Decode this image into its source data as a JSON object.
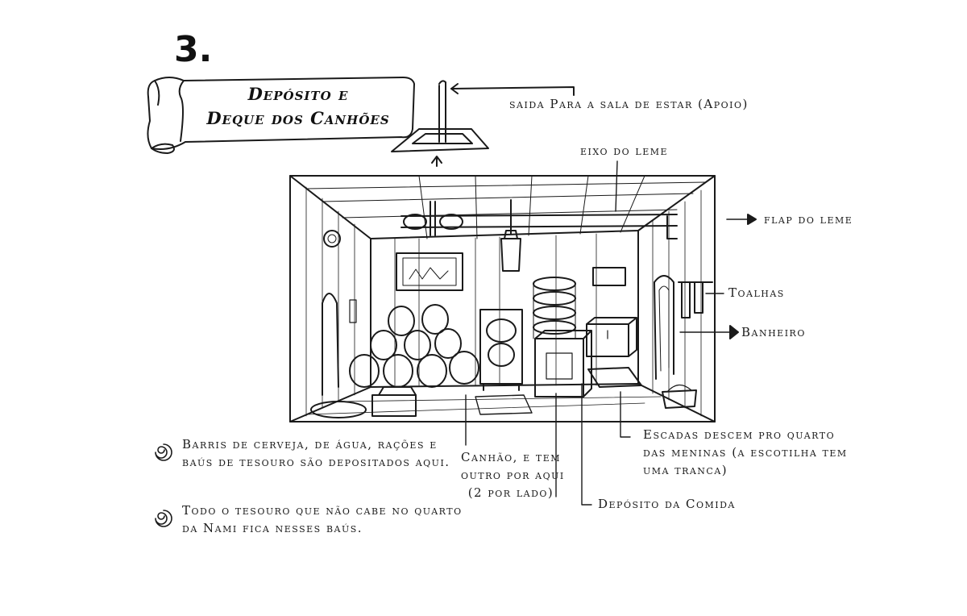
{
  "page": {
    "number": "3."
  },
  "banner": {
    "line1": "Depósito e",
    "line2": "Deque dos Canhões"
  },
  "labels": {
    "exit": "saida Para a sala de estar (Apoio)",
    "rudder_axis": "eixo do leme",
    "rudder_flap": "flap do leme",
    "towels": "Toalhas",
    "bathroom": "Banheiro",
    "stairs_1": "Escadas descem pro quarto",
    "stairs_2": "das meninas (a escotilha tem",
    "stairs_3": "uma tranca)",
    "cannon_1": "Canhão, e tem",
    "cannon_2": "outro por aqui",
    "cannon_3": "(2 por lado)",
    "food": "Depósito da Comida"
  },
  "notes": {
    "barrels_1": "Barris de cerveja, de água, rações e",
    "barrels_2": "baús de tesouro são depositados aqui.",
    "treasure_1": "Todo o tesouro que não cabe no quarto",
    "treasure_2": "da Nami fica nesses baús."
  },
  "colors": {
    "ink": "#1a1a1a",
    "paper": "#ffffff"
  }
}
